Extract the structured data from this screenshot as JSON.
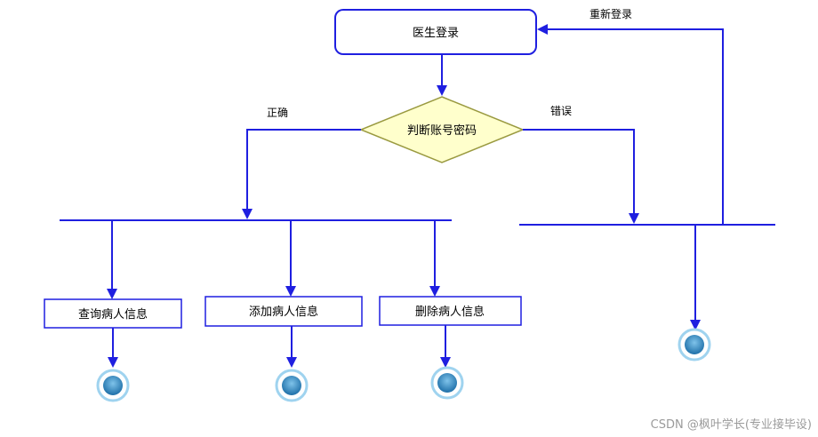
{
  "nodes": {
    "login": "医生登录",
    "decision": "判断账号密码",
    "query": "查询病人信息",
    "add": "添加病人信息",
    "delete": "删除病人信息"
  },
  "edges": {
    "correct": "正确",
    "wrong": "错误",
    "relogin": "重新登录"
  },
  "watermark": "CSDN @枫叶学长(专业接毕设)",
  "colors": {
    "line": "#1f1fe0",
    "box_border": "#1f1fe0",
    "decision_fill": "#ffffcc",
    "decision_border": "#9a9a40",
    "end_outer": "#bfe3f5",
    "end_inner": "#2b7fbf"
  }
}
